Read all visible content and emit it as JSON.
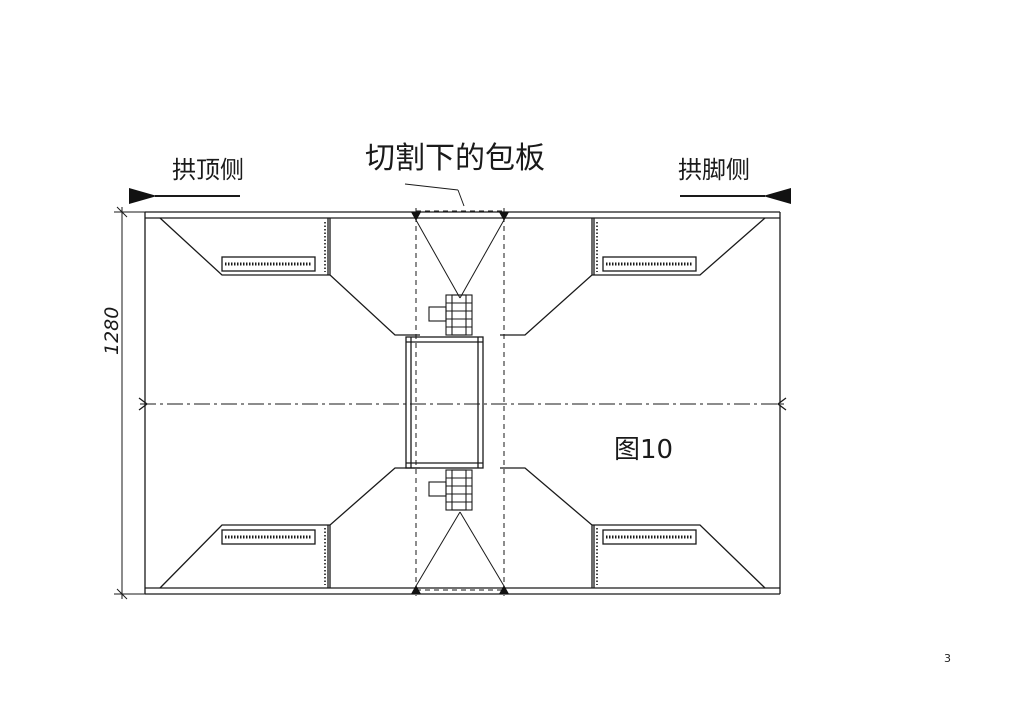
{
  "labels": {
    "title": "切割下的包板",
    "left_side": "拱顶侧",
    "right_side": "拱脚侧",
    "dimension": "1280",
    "figure": "图10"
  },
  "page": {
    "number": "3"
  }
}
